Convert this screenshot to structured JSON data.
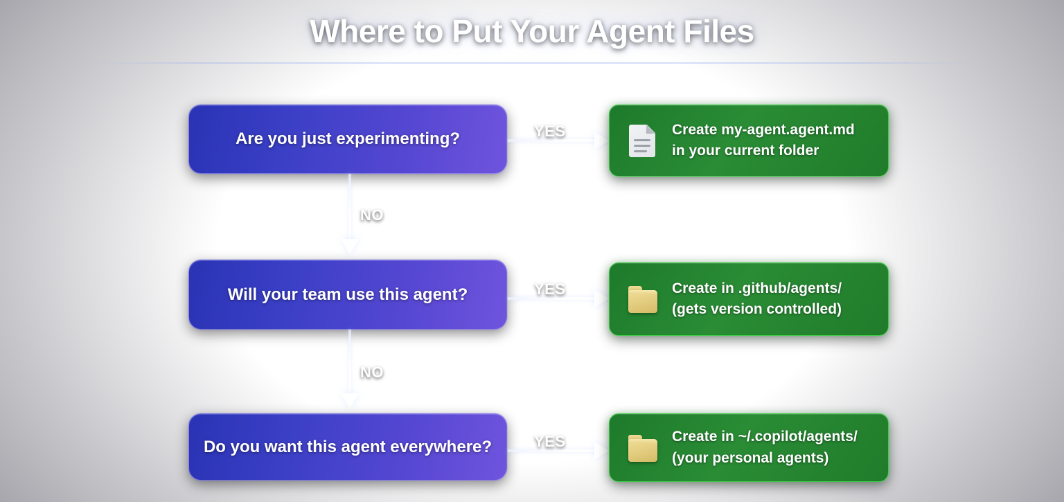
{
  "page": {
    "title": "Where to Put Your Agent Files",
    "background_outer": "#12122e",
    "background_center": "#2b4478"
  },
  "flow": {
    "yes_label": "YES",
    "no_label": "NO",
    "decision_color_start": "#2a33b4",
    "decision_color_end": "#6f54dd",
    "result_color": "#2a8c35",
    "result_border": "#3dcc46",
    "steps": [
      {
        "question": "Are you just experimenting?",
        "result_icon": "document-icon",
        "result_text": "Create my-agent.agent.md\nin your current folder"
      },
      {
        "question": "Will your team use this agent?",
        "result_icon": "folder-icon",
        "result_text": "Create in .github/agents/\n(gets version controlled)"
      },
      {
        "question": "Do you want this agent everywhere?",
        "result_icon": "folder-icon",
        "result_text": "Create in ~/.copilot/agents/\n(your personal agents)"
      }
    ]
  }
}
